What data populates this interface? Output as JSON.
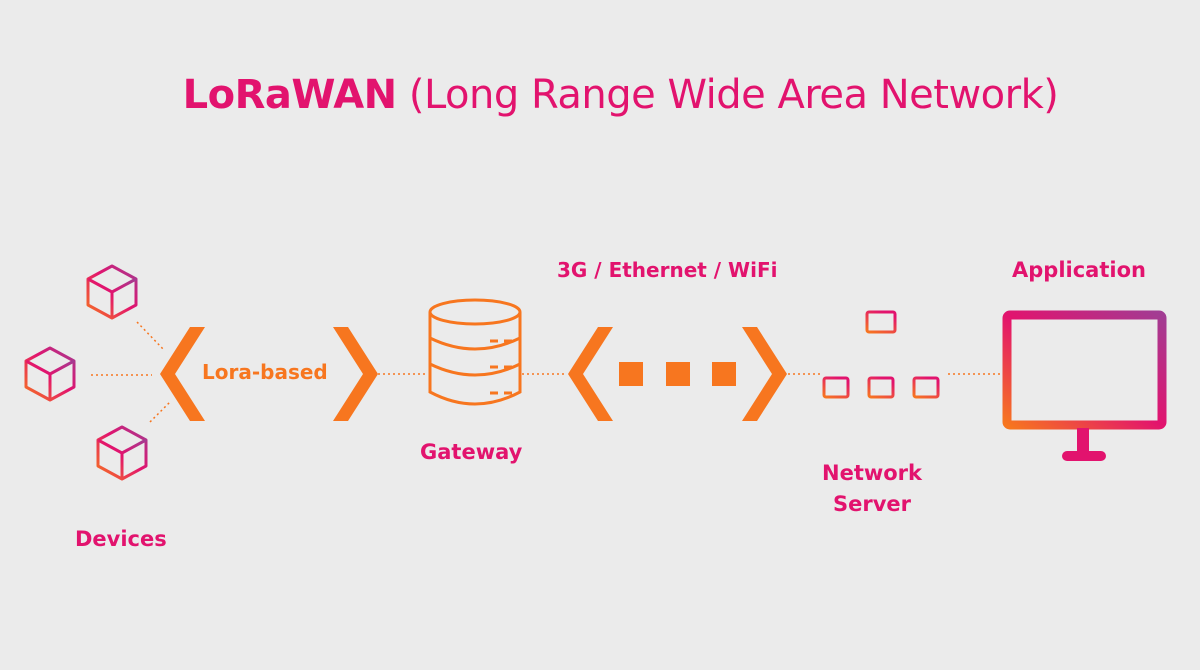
{
  "title": {
    "bold": "LoRaWAN",
    "rest": " (Long Range Wide Area Network)"
  },
  "labels": {
    "devices": "Devices",
    "lora_based": "Lora-based",
    "gateway": "Gateway",
    "backhaul": "3G / Ethernet / WiFi",
    "network_server_line1": "Network",
    "network_server_line2": "Server",
    "application": "Application"
  },
  "colors": {
    "background": "#ebebeb",
    "pink": "#e2136e",
    "orange": "#f7761f",
    "purple": "#a23c93"
  },
  "icons": [
    "cube-icon",
    "database-server-icon",
    "network-tree-icon",
    "monitor-icon"
  ]
}
